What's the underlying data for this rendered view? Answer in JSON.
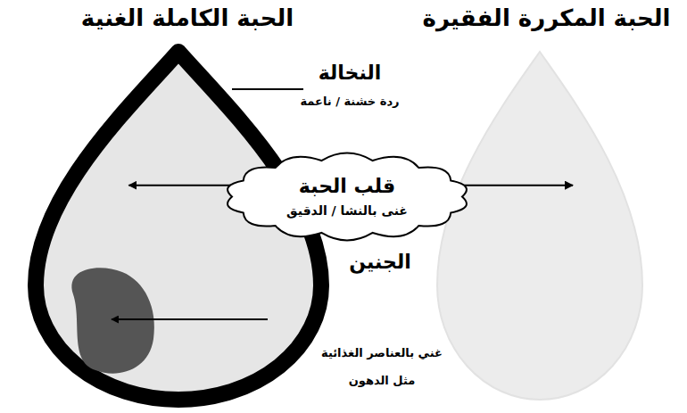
{
  "diagram": {
    "nodes": [
      {
        "text": [
          "الحبة الكاملة الغنية"
        ]
      },
      {
        "text": [
          "الحبة المكررة الفقيرة"
        ]
      },
      {
        "text": [
          "قلب الحبة",
          "غنى بالنشا / الدقيق"
        ]
      }
    ],
    "edges": [
      {
        "from": 2,
        "to": 0,
        "arrow": "to"
      },
      {
        "from": 2,
        "to": 1,
        "arrow": "to"
      }
    ],
    "labels": [
      "النخالة",
      "ردة خشنة / ناعمة",
      "الجنين",
      "غني بالعناصر الغذائية مثل الدهون"
    ]
  }
}
